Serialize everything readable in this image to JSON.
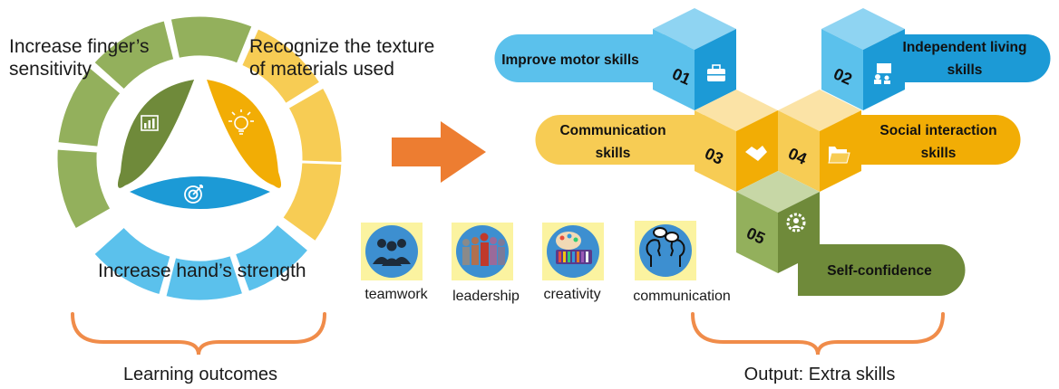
{
  "colors": {
    "green": "#93b05c",
    "green_dark": "#6f8a3a",
    "yellow": "#f7cc54",
    "yellow_dark": "#f2ad05",
    "blue": "#5bc1ec",
    "blue_dark": "#1c9ad6",
    "orange": "#ed7d31",
    "orange_bracket": "#f08c4a"
  },
  "left": {
    "labels": {
      "finger_line1": "Increase finger’s",
      "finger_line2": "sensitivity",
      "texture_line1": "Recognize the texture",
      "texture_line2": "of materials used",
      "hand": "Increase hand’s strength"
    },
    "icons": [
      "chart-icon",
      "lightbulb-icon",
      "target-icon"
    ],
    "caption": "Learning outcomes"
  },
  "arrow_icon": "right-arrow-icon",
  "skills": {
    "s01": {
      "num": "01",
      "line1": "Improve motor skills",
      "icon": "briefcase-icon"
    },
    "s02": {
      "num": "02",
      "line1": "Independent living",
      "line2": "skills",
      "icon": "presentation-icon"
    },
    "s03": {
      "num": "03",
      "line1": "Communication",
      "line2": "skills",
      "icon": "handshake-icon"
    },
    "s04": {
      "num": "04",
      "line1": "Social interaction",
      "line2": "skills",
      "icon": "folder-icon"
    },
    "s05": {
      "num": "05",
      "line1": "Self-confidence",
      "icon": "gear-person-icon"
    }
  },
  "soft_skills": [
    {
      "label": "teamwork",
      "icon": "teamwork-icon"
    },
    {
      "label": "leadership",
      "icon": "leadership-icon"
    },
    {
      "label": "creativity",
      "icon": "creativity-icon"
    },
    {
      "label": "communication",
      "icon": "communication-icon"
    }
  ],
  "right_caption": "Output: Extra skills"
}
